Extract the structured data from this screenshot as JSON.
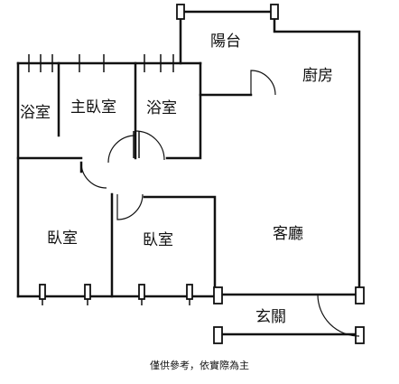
{
  "rooms": {
    "balcony": "陽台",
    "kitchen": "廚房",
    "bath_left": "浴室",
    "master_bedroom": "主臥室",
    "bath_right": "浴室",
    "bedroom_left": "臥室",
    "bedroom_right": "臥室",
    "living_room": "客廳",
    "entrance": "玄關"
  },
  "caption": "僅供參考，依實際為主"
}
